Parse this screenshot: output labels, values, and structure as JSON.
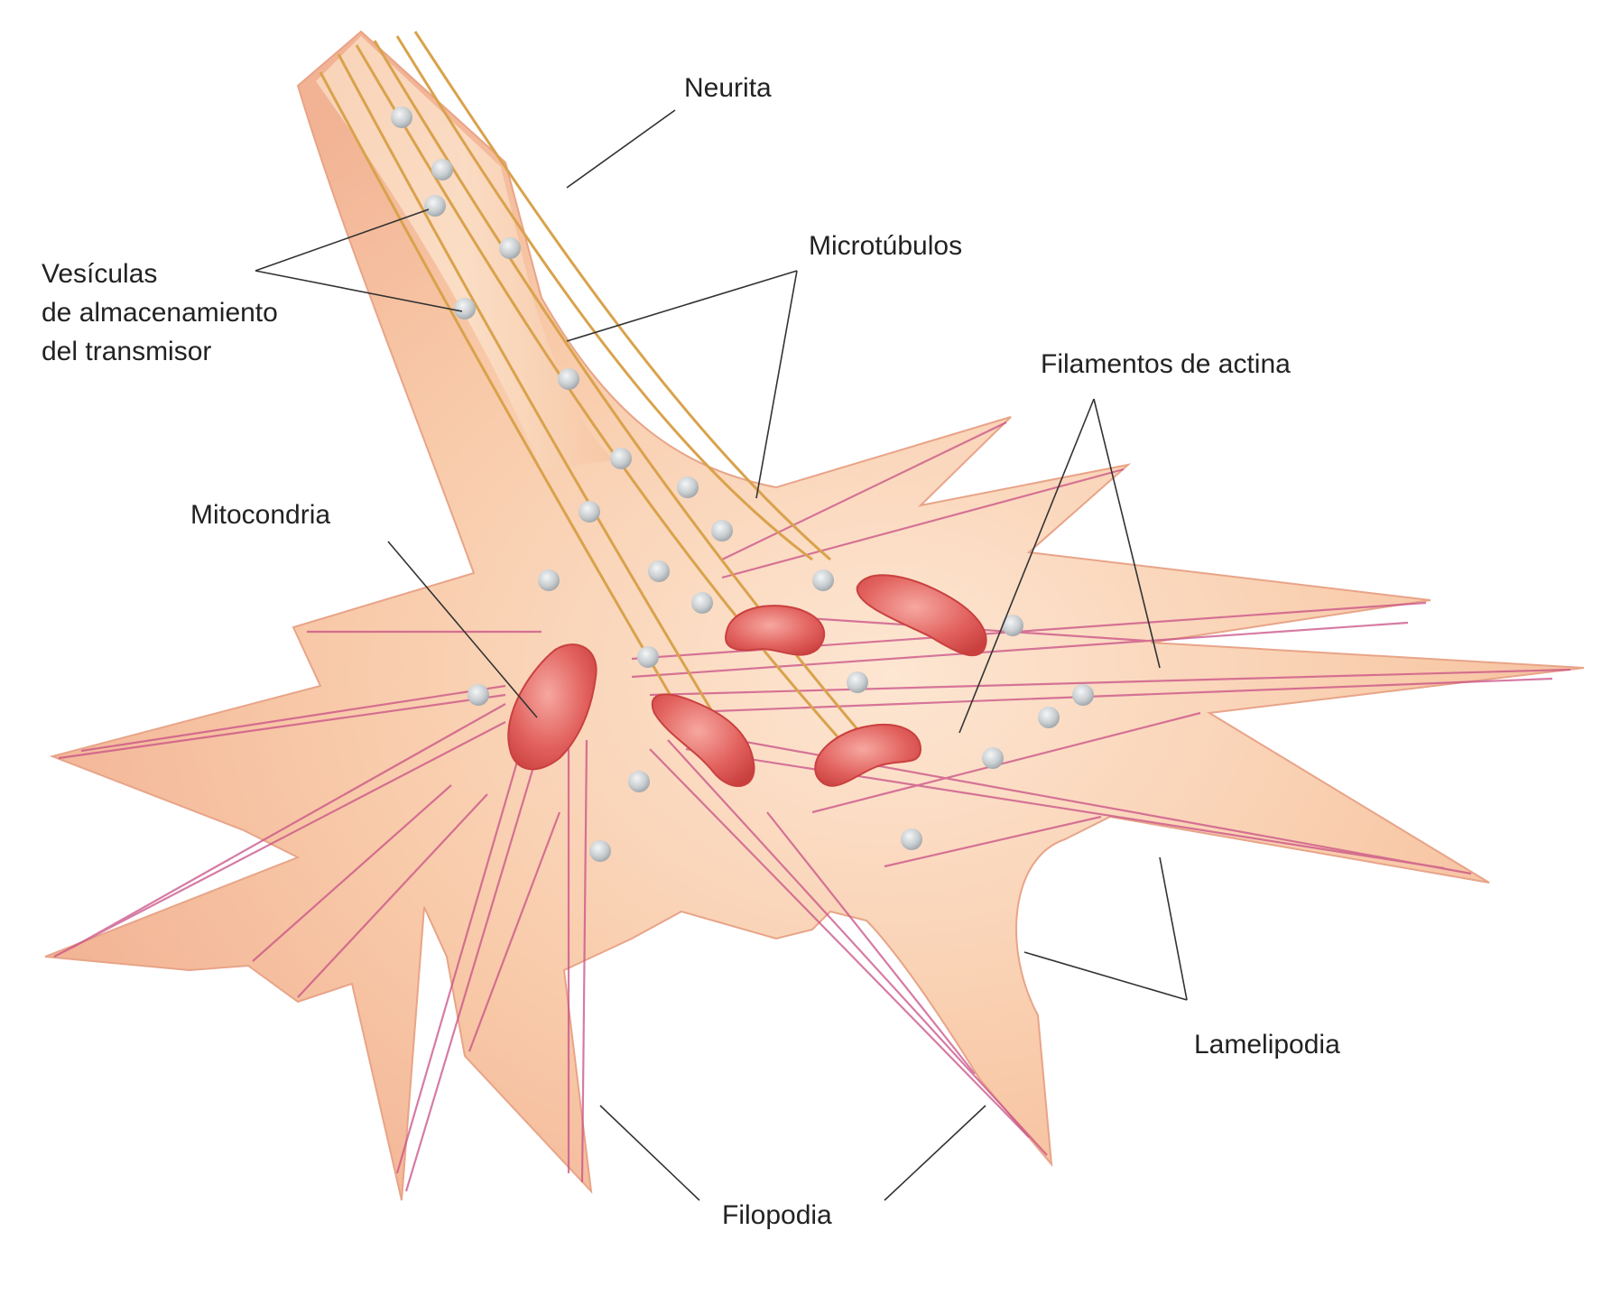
{
  "labels": {
    "neurita": "Neurita",
    "vesiculas_line1": "Vesículas",
    "vesiculas_line2": "de almacenamiento",
    "vesiculas_line3": "del transmisor",
    "microtubulos": "Microtúbulos",
    "filamentos_actina": "Filamentos de actina",
    "mitocondria": "Mitocondria",
    "lamelipodia": "Lamelipodia",
    "filopodia": "Filopodia"
  },
  "colors": {
    "background": "#ffffff",
    "cell_body": "#f7c4a6",
    "cell_outline": "#e8a488",
    "actin": "#c94f86",
    "microtubule": "#d9a24c",
    "mitochondria": "#e2625f",
    "vesicle": "#c8cdd0",
    "leader_line": "#333333",
    "text": "#222222"
  }
}
